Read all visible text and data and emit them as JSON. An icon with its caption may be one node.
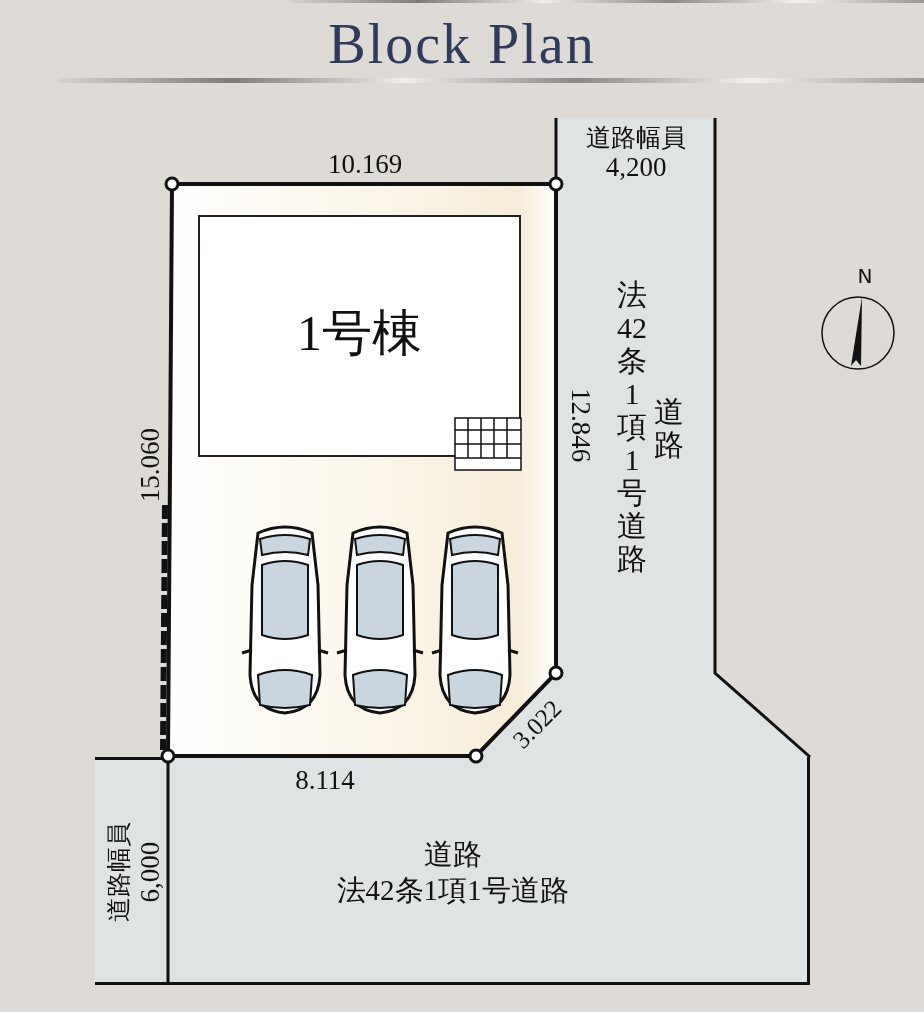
{
  "diagram": {
    "title": "Block Plan",
    "nodes": [
      {
        "text": [
          "1号棟"
        ]
      },
      {
        "text": [
          "法42条1項1号道路",
          "道路"
        ]
      },
      {
        "text": [
          "道路",
          "法42条1項1号道路"
        ]
      }
    ],
    "labels": [
      "10.169",
      "道路幅員",
      "4,200",
      "N",
      "15.060",
      "12.846",
      "8.114",
      "3.022",
      "道路幅員",
      "6,000"
    ]
  }
}
